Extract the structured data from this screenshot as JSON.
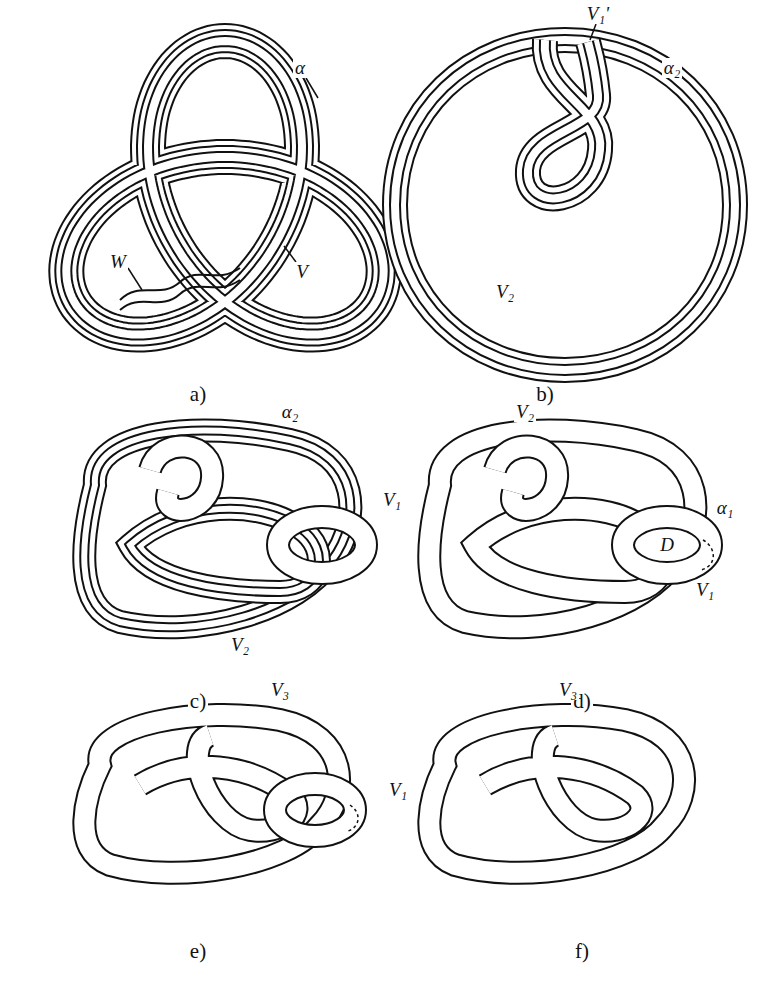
{
  "diagram": {
    "labels": [
      "α",
      "V",
      "W",
      "a)",
      "V₁'",
      "α₂",
      "V₂",
      "b)",
      "α₂",
      "V₁",
      "V₂",
      "c)",
      "V₂",
      "D",
      "α₁",
      "V₁",
      "d)",
      "V₃",
      "V₁",
      "e)",
      "V₃",
      "f)"
    ]
  }
}
